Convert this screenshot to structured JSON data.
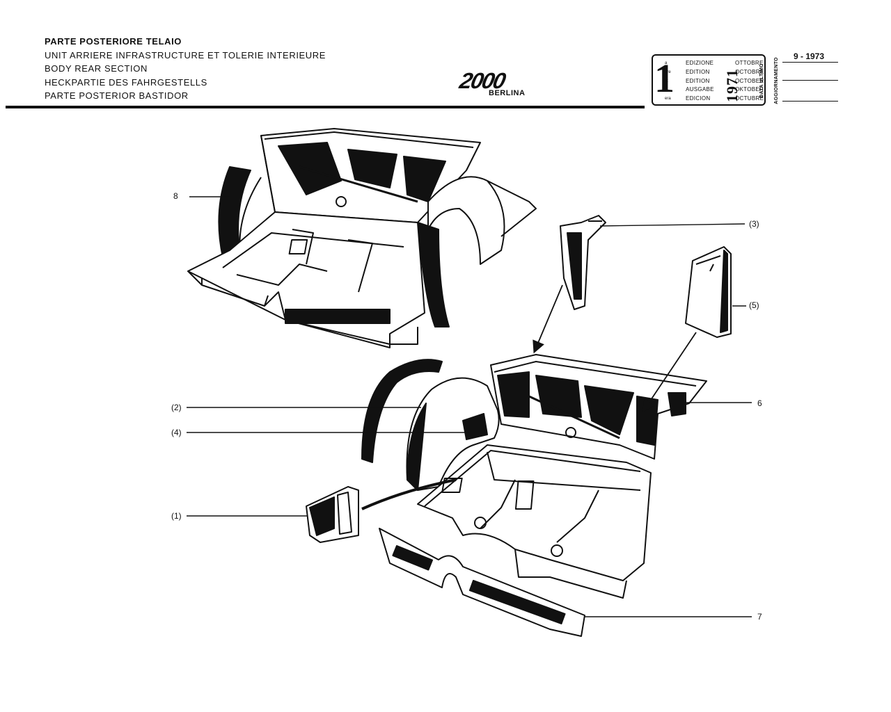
{
  "header": {
    "titles": [
      "PARTE POSTERIORE TELAIO",
      "UNIT ARRIERE INFRASTRUCTURE ET TOLERIE INTERIEURE",
      "BODY REAR SECTION",
      "HECKPARTIE DES FAHRGESTELLS",
      "PARTE POSTERIOR BASTIDOR"
    ],
    "logo": "2000",
    "model": "BERLINA"
  },
  "edition_block": {
    "number": "1",
    "superscripts": [
      "a",
      "ere",
      "st",
      ".",
      "era"
    ],
    "words": [
      "EDIZIONE",
      "EDITION",
      "EDITION",
      "AUSGABE",
      "EDICION"
    ],
    "year": "1971",
    "months": [
      "OTTOBRE",
      "OCTOBRE",
      "OCTOBER",
      "OKTOBER",
      "OCTUBRE"
    ],
    "update_label_1": "DATA ULTIMO",
    "update_label_2": "AGGIORNAMENTO",
    "update_date": "9 - 1973"
  },
  "callouts": [
    {
      "id": "8",
      "label": "8"
    },
    {
      "id": "3",
      "label": "(3)"
    },
    {
      "id": "5",
      "label": "(5)"
    },
    {
      "id": "6",
      "label": "6"
    },
    {
      "id": "2",
      "label": "(2)"
    },
    {
      "id": "4",
      "label": "(4)"
    },
    {
      "id": "1",
      "label": "(1)"
    },
    {
      "id": "7",
      "label": "7"
    }
  ]
}
